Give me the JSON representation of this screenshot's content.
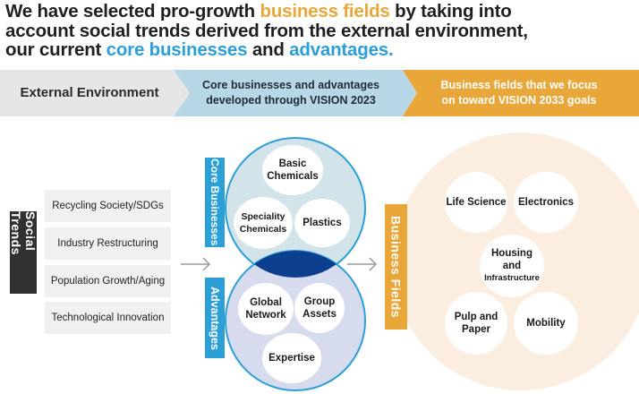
{
  "headline": {
    "line1_prefix": "We have selected pro-growth ",
    "line1_highlight": "business fields",
    "line1_suffix": " by taking into",
    "line2": "account social trends derived from the external environment,",
    "line3_prefix": "our current ",
    "line3_highlight1": "core businesses",
    "line3_mid": " and ",
    "line3_highlight2": "advantages."
  },
  "chevrons": {
    "external": "External Environment",
    "core_line1": "Core businesses and advantages",
    "core_line2": "developed through VISION 2023",
    "focus_line1": "Business fields that we focus",
    "focus_line2": "on toward VISION 2033 goals"
  },
  "social_trends": {
    "label": "Social Trends",
    "items": [
      "Recycling Society/SDGs",
      "Industry Restructuring",
      "Population Growth/Aging",
      "Technological Innovation"
    ]
  },
  "core_businesses": {
    "label": "Core Businesses",
    "items": {
      "basic_1": "Basic",
      "basic_2": "Chemicals",
      "speciality_1": "Speciality",
      "speciality_2": "Chemicals",
      "plastics": "Plastics"
    }
  },
  "advantages": {
    "label": "Advantages",
    "items": {
      "global_1": "Global",
      "global_2": "Network",
      "group_1": "Group",
      "group_2": "Assets",
      "expertise": "Expertise"
    }
  },
  "business_fields": {
    "label": "Business Fields",
    "items": {
      "life_science": "Life Science",
      "electronics": "Electronics",
      "housing_1": "Housing",
      "housing_2": "and",
      "housing_3": "Infrastructure",
      "pulp_1": "Pulp and",
      "pulp_2": "Paper",
      "mobility": "Mobility"
    }
  },
  "colors": {
    "orange": "#e9a73a",
    "blue": "#2c9fd6",
    "navy": "#0d3f8f",
    "gray_chevron": "#e6e6e6",
    "light_blue_chevron": "#b8d7e6",
    "dark_label": "#2f3133"
  }
}
